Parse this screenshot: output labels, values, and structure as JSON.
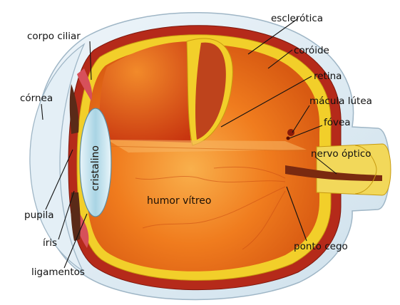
{
  "labels": {
    "esclerotica": "esclerótica",
    "corpo_ciliar": "corpo ciliar",
    "coroide": "coróide",
    "retina": "retina",
    "cornea": "córnea",
    "macula": "mácula lútea",
    "fovea": "fóvea",
    "nervo": "nervo óptico",
    "cristalino": "cristalino",
    "humor": "humor vítreo",
    "pupila": "pupila",
    "iris": "íris",
    "ligamentos": "ligamentos",
    "ponto_cego": "ponto cego"
  },
  "colors": {
    "sclera": "#dbe9f1",
    "sclera_edge": "#9fb6c6",
    "choroid": "#b52a1a",
    "retina": "#f2cf2a",
    "vitreous": "#f07a1e",
    "vitreous_light": "#f8ab4a",
    "lens": "#b9dde9",
    "nerve": "#f2d85a"
  }
}
